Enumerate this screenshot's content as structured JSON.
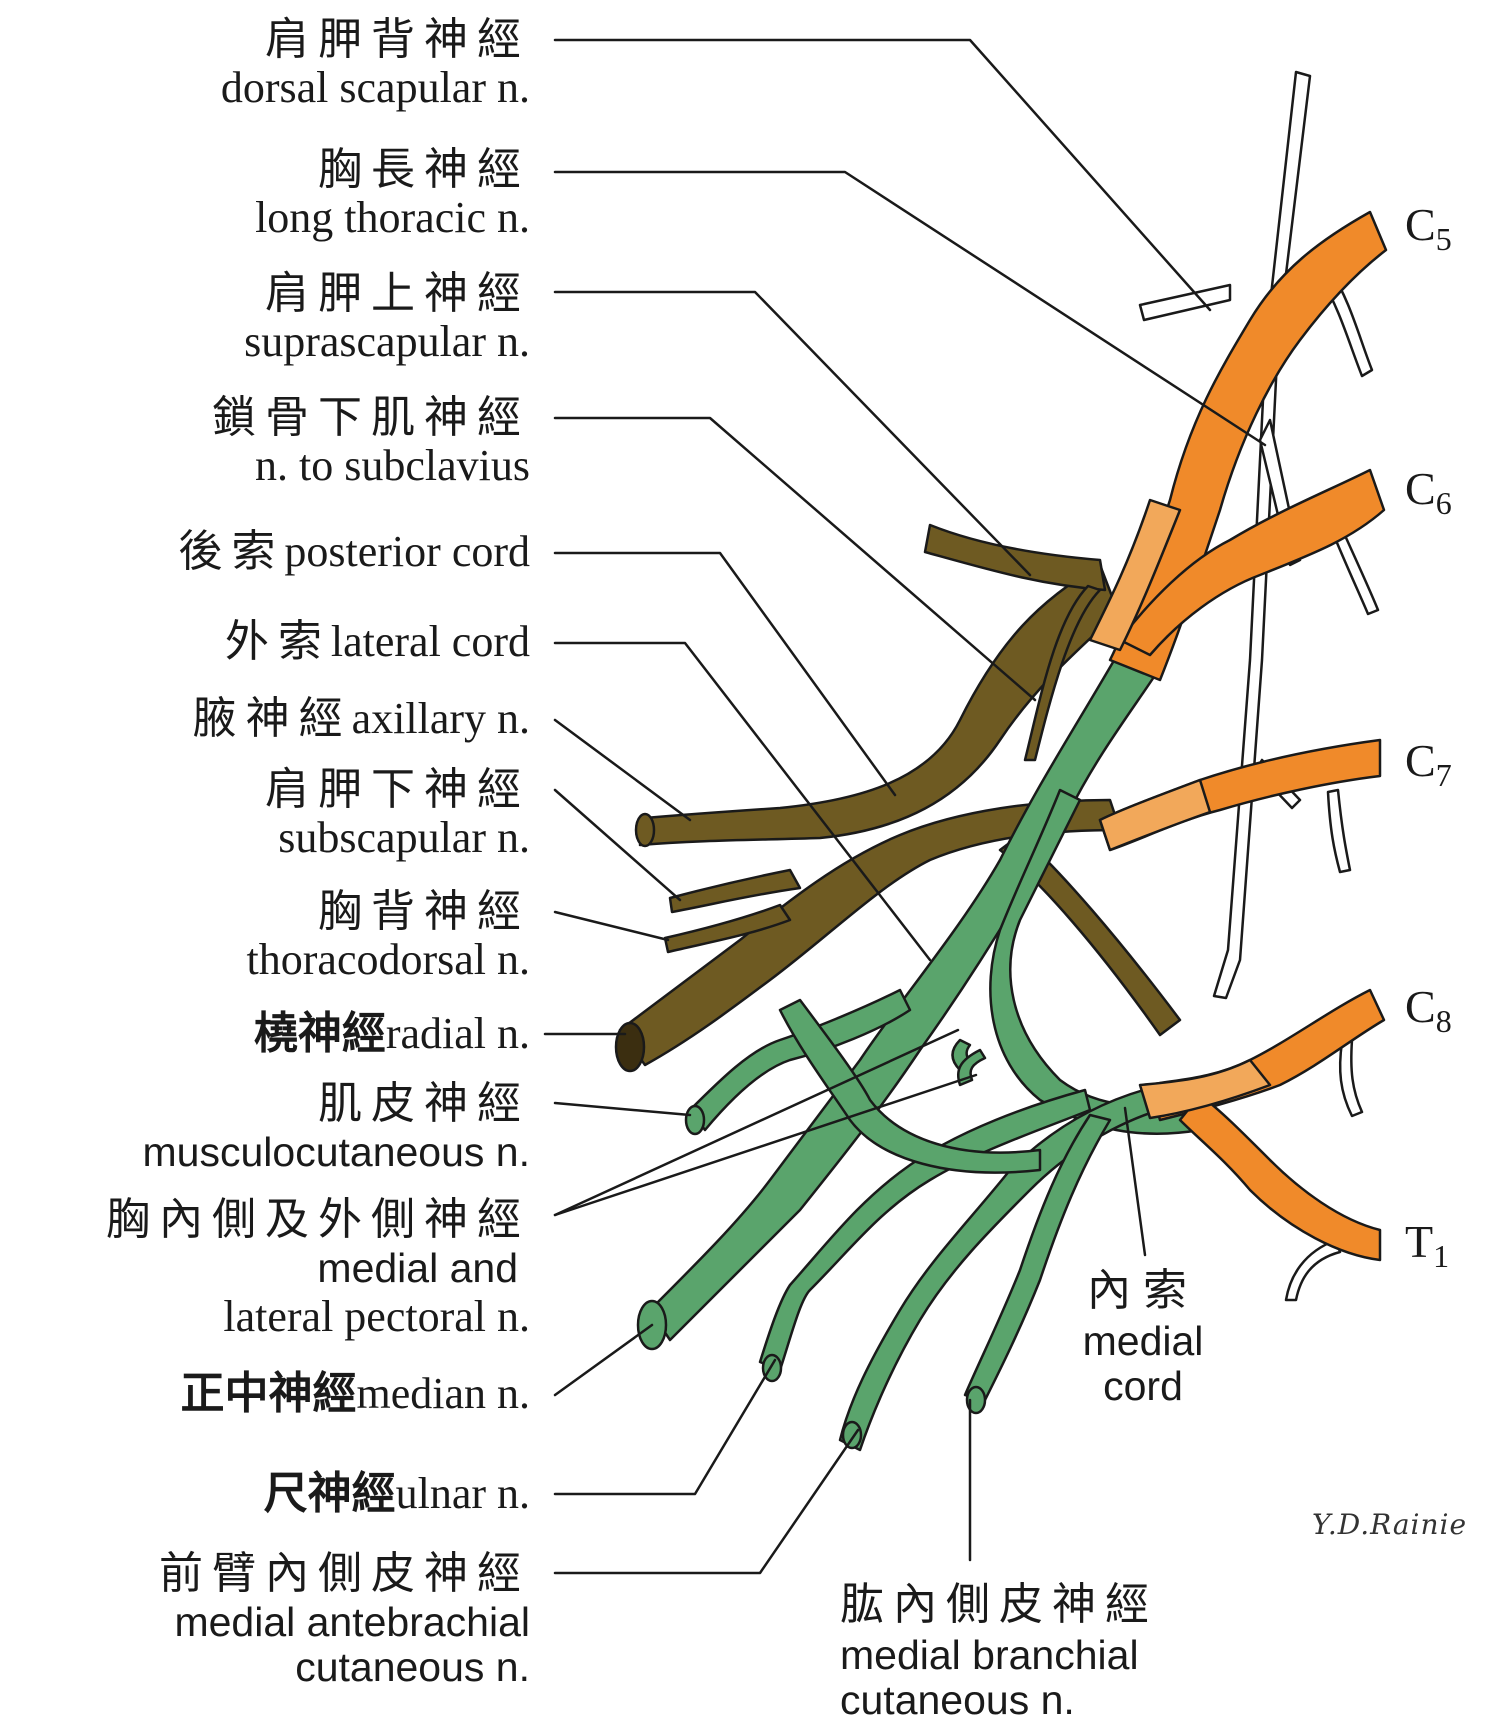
{
  "labels": {
    "dorsal_scapular": {
      "zh": "肩胛背神經",
      "en": "dorsal scapular n."
    },
    "long_thoracic": {
      "zh": "胸長神經",
      "en": "long thoracic n."
    },
    "suprascapular": {
      "zh": "肩胛上神經",
      "en": "suprascapular n."
    },
    "subclavius": {
      "zh": "鎖骨下肌神經",
      "en": "n. to subclavius"
    },
    "posterior_cord": {
      "zh": "後索",
      "en": "posterior cord"
    },
    "lateral_cord": {
      "zh": "外索",
      "en": "lateral cord"
    },
    "axillary": {
      "zh": "腋神經",
      "en": "axillary n."
    },
    "subscapular": {
      "zh": "肩胛下神經",
      "en": "subscapular n."
    },
    "thoracodorsal": {
      "zh": "胸背神經",
      "en": "thoracodorsal n."
    },
    "radial": {
      "zh": "橈神經",
      "en": "radial n."
    },
    "musculocutaneous": {
      "zh": "肌皮神經",
      "en": "musculocutaneous n."
    },
    "pectoral": {
      "zh": "胸內側及外側神經",
      "en1": "medial and",
      "en2": "lateral pectoral n."
    },
    "median": {
      "zh": "正中神經",
      "en": "median n."
    },
    "ulnar": {
      "zh": "尺神經",
      "en": "ulnar n."
    },
    "med_antebrachial": {
      "zh": "前臂內側皮神經",
      "en1": "medial antebrachial",
      "en2": "cutaneous n."
    },
    "med_brachial": {
      "zh": "肱內側皮神經",
      "en1": "medial branchial",
      "en2": "cutaneous n."
    },
    "medial_cord": {
      "zh": "內索",
      "en1": "medial",
      "en2": "cord"
    }
  },
  "roots": {
    "c5": {
      "base": "C",
      "sub": "5"
    },
    "c6": {
      "base": "C",
      "sub": "6"
    },
    "c7": {
      "base": "C",
      "sub": "7"
    },
    "c8": {
      "base": "C",
      "sub": "8"
    },
    "t1": {
      "base": "T",
      "sub": "1"
    }
  },
  "signature": "Y.D.Rainie",
  "colors": {
    "root_orange": "#f08a2a",
    "trunk_orange_light": "#f2a85a",
    "posterior_brown": "#6e5a22",
    "anterior_green": "#5aa46c",
    "outline": "#1a1a1a",
    "sympathetic_white": "#ffffff"
  }
}
